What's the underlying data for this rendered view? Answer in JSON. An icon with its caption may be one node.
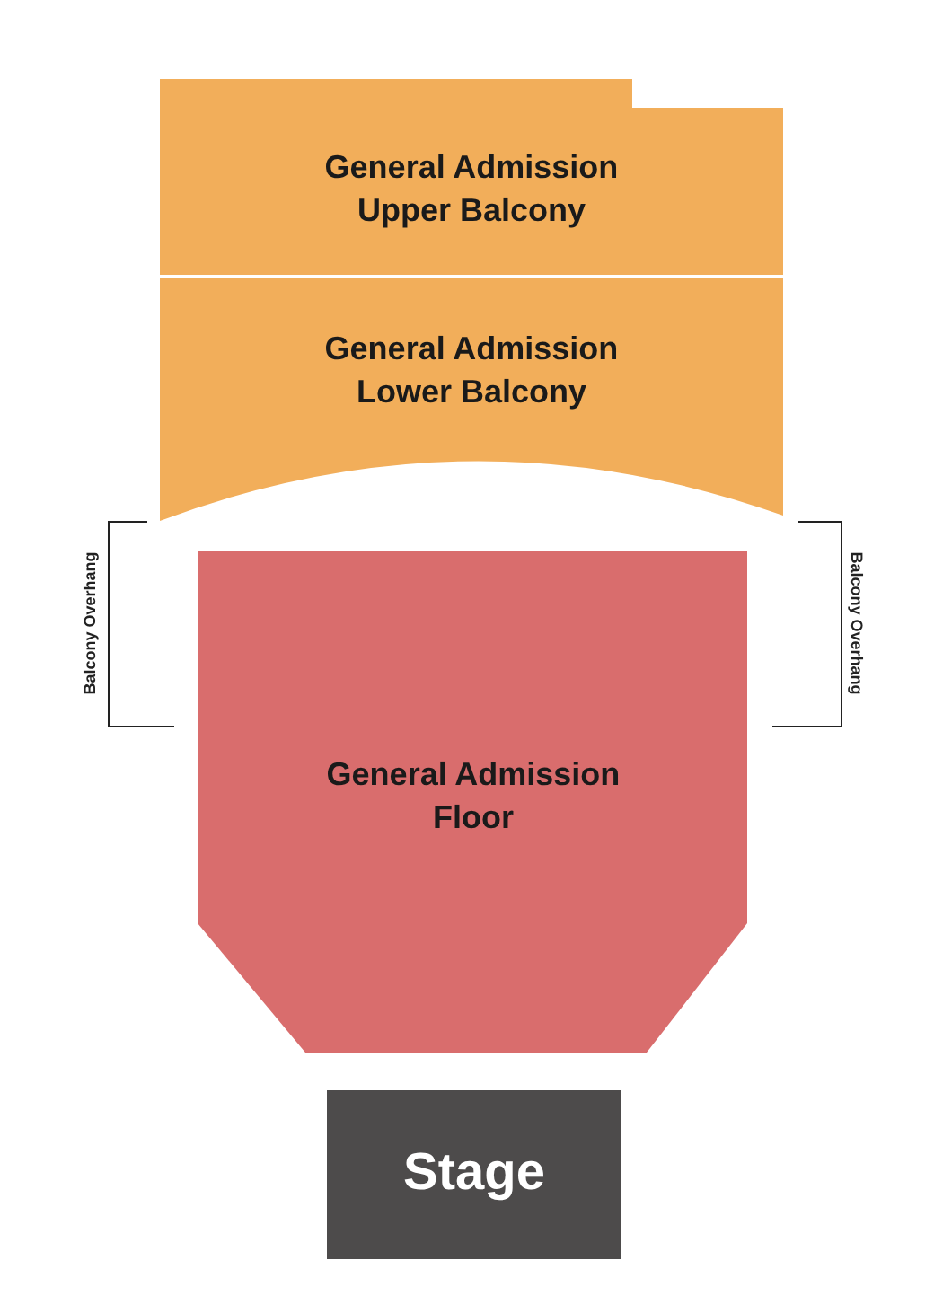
{
  "diagram": {
    "nodes": [
      {
        "text": [
          "General Admission Upper Balcony"
        ]
      },
      {
        "text": [
          "General Admission Lower Balcony"
        ]
      },
      {
        "text": [
          "General Admission Floor"
        ]
      },
      {
        "text": [
          "Stage"
        ]
      }
    ],
    "labels": [
      "Balcony Overhang",
      "Balcony Overhang"
    ]
  }
}
